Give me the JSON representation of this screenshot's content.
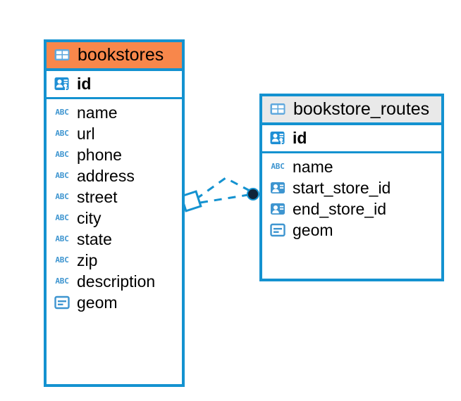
{
  "diagram": {
    "type": "entity-relationship-diagram",
    "background_color": "#ffffff",
    "accent_color": "#1492d0",
    "highlight_color": "#f8874b",
    "neutral_header_color": "#e9e9e9",
    "entities": [
      {
        "name": "bookstores",
        "header_style": "accent",
        "table_icon": "table-icon",
        "primary_key": {
          "label": "id",
          "icon": "primary-key-icon"
        },
        "fields": [
          {
            "label": "name",
            "icon": "text-abc-icon"
          },
          {
            "label": "url",
            "icon": "text-abc-icon"
          },
          {
            "label": "phone",
            "icon": "text-abc-icon"
          },
          {
            "label": "address",
            "icon": "text-abc-icon"
          },
          {
            "label": "street",
            "icon": "text-abc-icon"
          },
          {
            "label": "city",
            "icon": "text-abc-icon"
          },
          {
            "label": "state",
            "icon": "text-abc-icon"
          },
          {
            "label": "zip",
            "icon": "text-abc-icon"
          },
          {
            "label": "description",
            "icon": "text-abc-icon"
          },
          {
            "label": "geom",
            "icon": "geometry-icon"
          }
        ]
      },
      {
        "name": "bookstore_routes",
        "header_style": "neutral",
        "table_icon": "table-icon",
        "primary_key": {
          "label": "id",
          "icon": "primary-key-icon"
        },
        "fields": [
          {
            "label": "name",
            "icon": "text-abc-icon"
          },
          {
            "label": "start_store_id",
            "icon": "foreign-key-icon"
          },
          {
            "label": "end_store_id",
            "icon": "foreign-key-icon"
          },
          {
            "label": "geom",
            "icon": "geometry-icon"
          }
        ]
      }
    ],
    "relationships": [
      {
        "from_entity": "bookstores",
        "to_entity": "bookstore_routes",
        "from_marker": "crows-foot-diamond",
        "to_marker": "filled-circle",
        "line_style": "dashed",
        "line_color": "#1492d0"
      },
      {
        "from_entity": "bookstores",
        "to_entity": "bookstore_routes",
        "from_marker": "crows-foot-diamond",
        "to_marker": "filled-circle",
        "line_style": "dashed",
        "line_color": "#1492d0"
      }
    ]
  }
}
